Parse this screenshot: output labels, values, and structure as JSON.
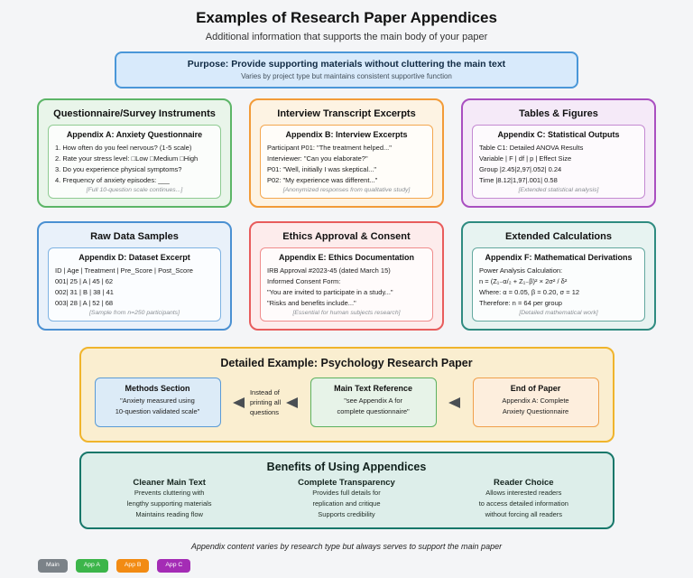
{
  "header": {
    "title": "Examples of Research Paper Appendices",
    "subtitle": "Additional information that supports the main body of your paper"
  },
  "purpose": {
    "title": "Purpose: Provide supporting materials without cluttering the main text",
    "subtitle": "Varies by project type but maintains consistent supportive function"
  },
  "cards": [
    {
      "title": "Questionnaire/Survey Instruments",
      "inner_title": "Appendix A: Anxiety Questionnaire",
      "lines": [
        "1. How often do you feel nervous? (1-5 scale)",
        "2. Rate your stress level: □Low  □Medium  □High",
        "3. Do you experience physical symptoms?",
        "4. Frequency of anxiety episodes: ___"
      ],
      "note": "[Full 10-question scale continues...]",
      "accent_color": "#5cb567"
    },
    {
      "title": "Interview Transcript Excerpts",
      "inner_title": "Appendix B: Interview Excerpts",
      "lines": [
        "Participant P01: \"The treatment helped...\"",
        "Interviewer: \"Can you elaborate?\"",
        "P01: \"Well, initially I was skeptical...\"",
        "P02: \"My experience was different...\""
      ],
      "note": "[Anonymized responses from qualitative study]",
      "accent_color": "#f29b38"
    },
    {
      "title": "Tables & Figures",
      "inner_title": "Appendix C: Statistical Outputs",
      "lines": [
        "Table C1: Detailed ANOVA Results",
        "Variable | F | df | p | Effect Size",
        "Group |2.45|2,97|.052| 0.24",
        "Time |8.12|1,97|.001| 0.58"
      ],
      "note": "[Extended statistical analysis]",
      "accent_color": "#a94fc0"
    },
    {
      "title": "Raw Data Samples",
      "inner_title": "Appendix D: Dataset Excerpt",
      "lines": [
        "ID | Age | Treatment | Pre_Score | Post_Score",
        "001| 25 | A | 45 | 62",
        "002| 31 | B | 38 | 41",
        "003| 28 | A | 52 | 68"
      ],
      "note": "[Sample from n=250 participants]",
      "accent_color": "#4a90d2"
    },
    {
      "title": "Ethics Approval & Consent",
      "inner_title": "Appendix E: Ethics Documentation",
      "lines": [
        "IRB Approval #2023-45 (dated March 15)",
        "Informed Consent Form:",
        "\"You are invited to participate in a study...\"",
        "\"Risks and benefits include...\""
      ],
      "note": "[Essential for human subjects research]",
      "accent_color": "#e85c5c"
    },
    {
      "title": "Extended Calculations",
      "inner_title": "Appendix F: Mathematical Derivations",
      "lines": [
        "Power Analysis Calculation:",
        "n = (Z₁₋α/₂ + Z₁₋β)² × 2σ² / δ²",
        "Where: α = 0.05, β = 0.20, σ = 12",
        "Therefore: n = 64 per group"
      ],
      "note": "[Detailed mathematical work]",
      "accent_color": "#2e8b80"
    }
  ],
  "example": {
    "title": "Detailed Example: Psychology Research Paper",
    "methods": {
      "title": "Methods Section",
      "line1": "\"Anxiety measured using",
      "line2": "10-question validated scale\""
    },
    "arrow_label": {
      "line1": "Instead of",
      "line2": "printing all",
      "line3": "questions"
    },
    "main_ref": {
      "title": "Main Text Reference",
      "line1": "\"see Appendix A for",
      "line2": "complete questionnaire\""
    },
    "end_paper": {
      "title": "End of Paper",
      "line1": "Appendix A: Complete",
      "line2": "Anxiety Questionnaire"
    }
  },
  "benefits": {
    "title": "Benefits of Using Appendices",
    "columns": [
      {
        "header": "Cleaner Main Text",
        "lines": [
          "Prevents cluttering with",
          "lengthy supporting materials",
          "Maintains reading flow"
        ]
      },
      {
        "header": "Complete Transparency",
        "lines": [
          "Provides full details for",
          "replication and critique",
          "Supports credibility"
        ]
      },
      {
        "header": "Reader Choice",
        "lines": [
          "Allows interested readers",
          "to access detailed information",
          "without forcing all readers"
        ]
      }
    ]
  },
  "footer": {
    "note": "Appendix content varies by research type but always serves to support the main paper",
    "legend": [
      {
        "label": "Main",
        "color": "#7b8288"
      },
      {
        "label": "App A",
        "color": "#3cb54a"
      },
      {
        "label": "App B",
        "color": "#f28b13"
      },
      {
        "label": "App C",
        "color": "#a42cb5"
      }
    ]
  }
}
